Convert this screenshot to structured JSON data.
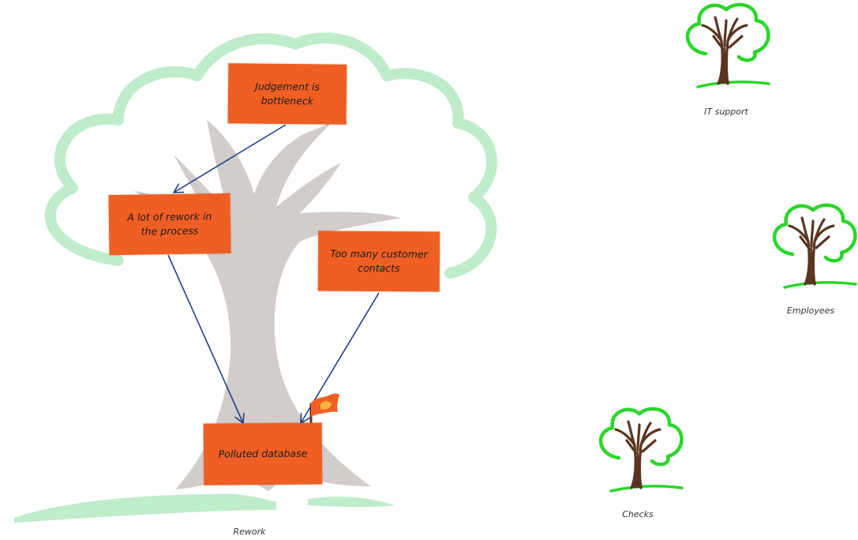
{
  "colors": {
    "note_fill": "#ef5f24",
    "connector": "#1f3f8f",
    "foliage_light": "#bfeccb",
    "trunk_light": "#d2cccb",
    "icon_leaf": "#2bd62b",
    "icon_trunk": "#5a3520",
    "flag": "#ef5f24",
    "flag_spot": "#f6b63c"
  },
  "notes": {
    "judgement": "Judgement is\nbottleneck",
    "rework_process": "A lot of rework  in\nthe process",
    "customer_contacts": "Too many customer\ncontacts",
    "polluted_db": "Polluted database"
  },
  "captions": {
    "main_tree": "Rework",
    "it_support": "IT support",
    "employees": "Employees",
    "checks": "Checks"
  },
  "icons": {
    "main_tree": "tree-illustration",
    "small_tree": "tree-icon",
    "flag": "flag-icon"
  }
}
